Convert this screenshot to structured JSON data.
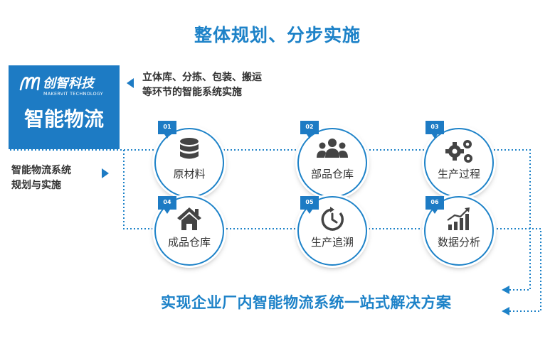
{
  "title": "整体规划、分步实施",
  "brand": {
    "logo_text": "创智科技",
    "logo_sub": "MAKERVIT TECHNOLOGY",
    "name": "智能物流"
  },
  "notes": {
    "top": [
      "立体库、分拣、包装、搬运",
      "等环节的智能系统实施"
    ],
    "left": [
      "智能物流系统",
      "规划与实施"
    ]
  },
  "steps": [
    {
      "num": "01",
      "label": "原材料",
      "icon": "database-icon"
    },
    {
      "num": "02",
      "label": "部品仓库",
      "icon": "team-icon"
    },
    {
      "num": "03",
      "label": "生产过程",
      "icon": "gears-icon"
    },
    {
      "num": "04",
      "label": "成品仓库",
      "icon": "home-icon"
    },
    {
      "num": "05",
      "label": "生产追溯",
      "icon": "stopwatch-icon"
    },
    {
      "num": "06",
      "label": "数据分析",
      "icon": "bar-chart-icon"
    }
  ],
  "conclusion": "实现企业厂内智能物流系统一站式解决方案",
  "colors": {
    "accent": "#1d82c8",
    "brand_bg": "#1d7bc4",
    "text": "#333333"
  }
}
